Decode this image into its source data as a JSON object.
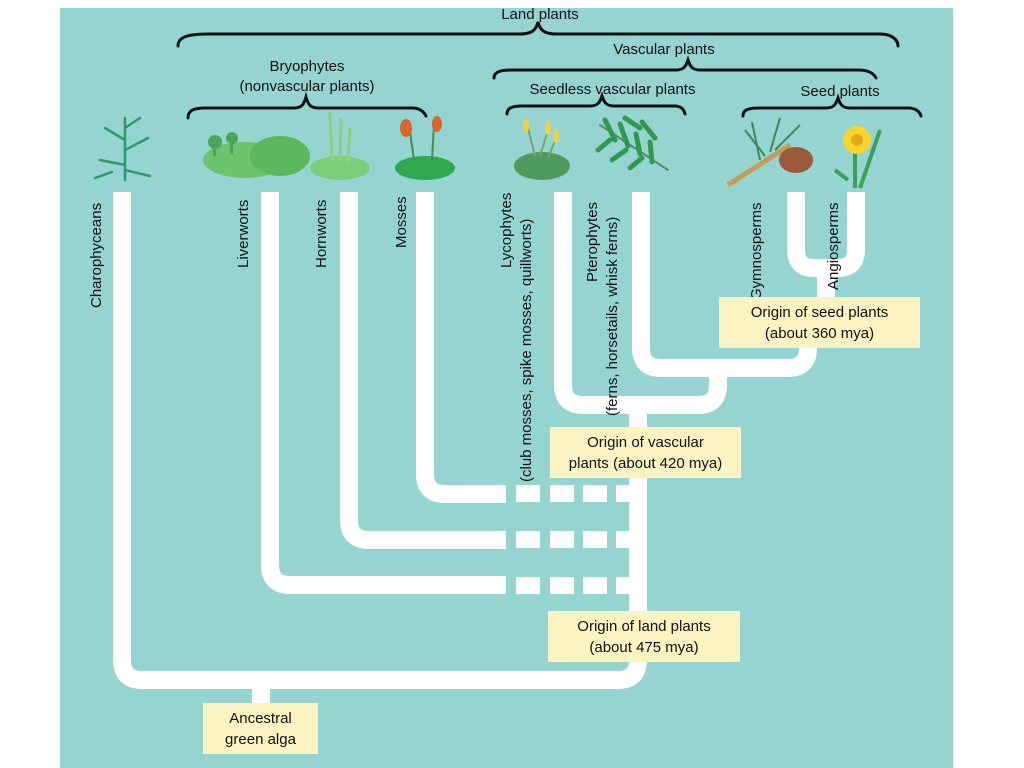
{
  "colors": {
    "background": "#96d4d1",
    "branch": "#ffffff",
    "box": "#fbf3c2",
    "bracket": "#111111"
  },
  "groups": {
    "land_plants": "Land plants",
    "vascular_plants": "Vascular plants",
    "bryophytes_line1": "Bryophytes",
    "bryophytes_line2": "(nonvascular plants)",
    "seedless_vascular": "Seedless vascular plants",
    "seed_plants": "Seed plants"
  },
  "taxa": [
    {
      "name": "Charophyceans",
      "subtitle": ""
    },
    {
      "name": "Liverworts",
      "subtitle": ""
    },
    {
      "name": "Hornworts",
      "subtitle": ""
    },
    {
      "name": "Mosses",
      "subtitle": ""
    },
    {
      "name": "Lycophytes",
      "subtitle": "(club mosses, spike mosses, quillworts)"
    },
    {
      "name": "Pterophytes",
      "subtitle": "(ferns, horsetails, whisk ferns)"
    },
    {
      "name": "Gymnosperms",
      "subtitle": ""
    },
    {
      "name": "Angiosperms",
      "subtitle": ""
    }
  ],
  "origins": [
    {
      "line1": "Origin of seed plants",
      "line2": "(about 360 mya)"
    },
    {
      "line1": "Origin of vascular",
      "line2": "plants (about 420 mya)"
    },
    {
      "line1": "Origin of land plants",
      "line2": "(about 475 mya)"
    },
    {
      "line1": "Ancestral",
      "line2": "green alga"
    }
  ],
  "icons": [
    "charophycean-alga-icon",
    "liverwort-icon",
    "hornwort-icon",
    "moss-icon",
    "lycophyte-icon",
    "fern-icon",
    "pine-cone-icon",
    "daffodil-icon"
  ]
}
